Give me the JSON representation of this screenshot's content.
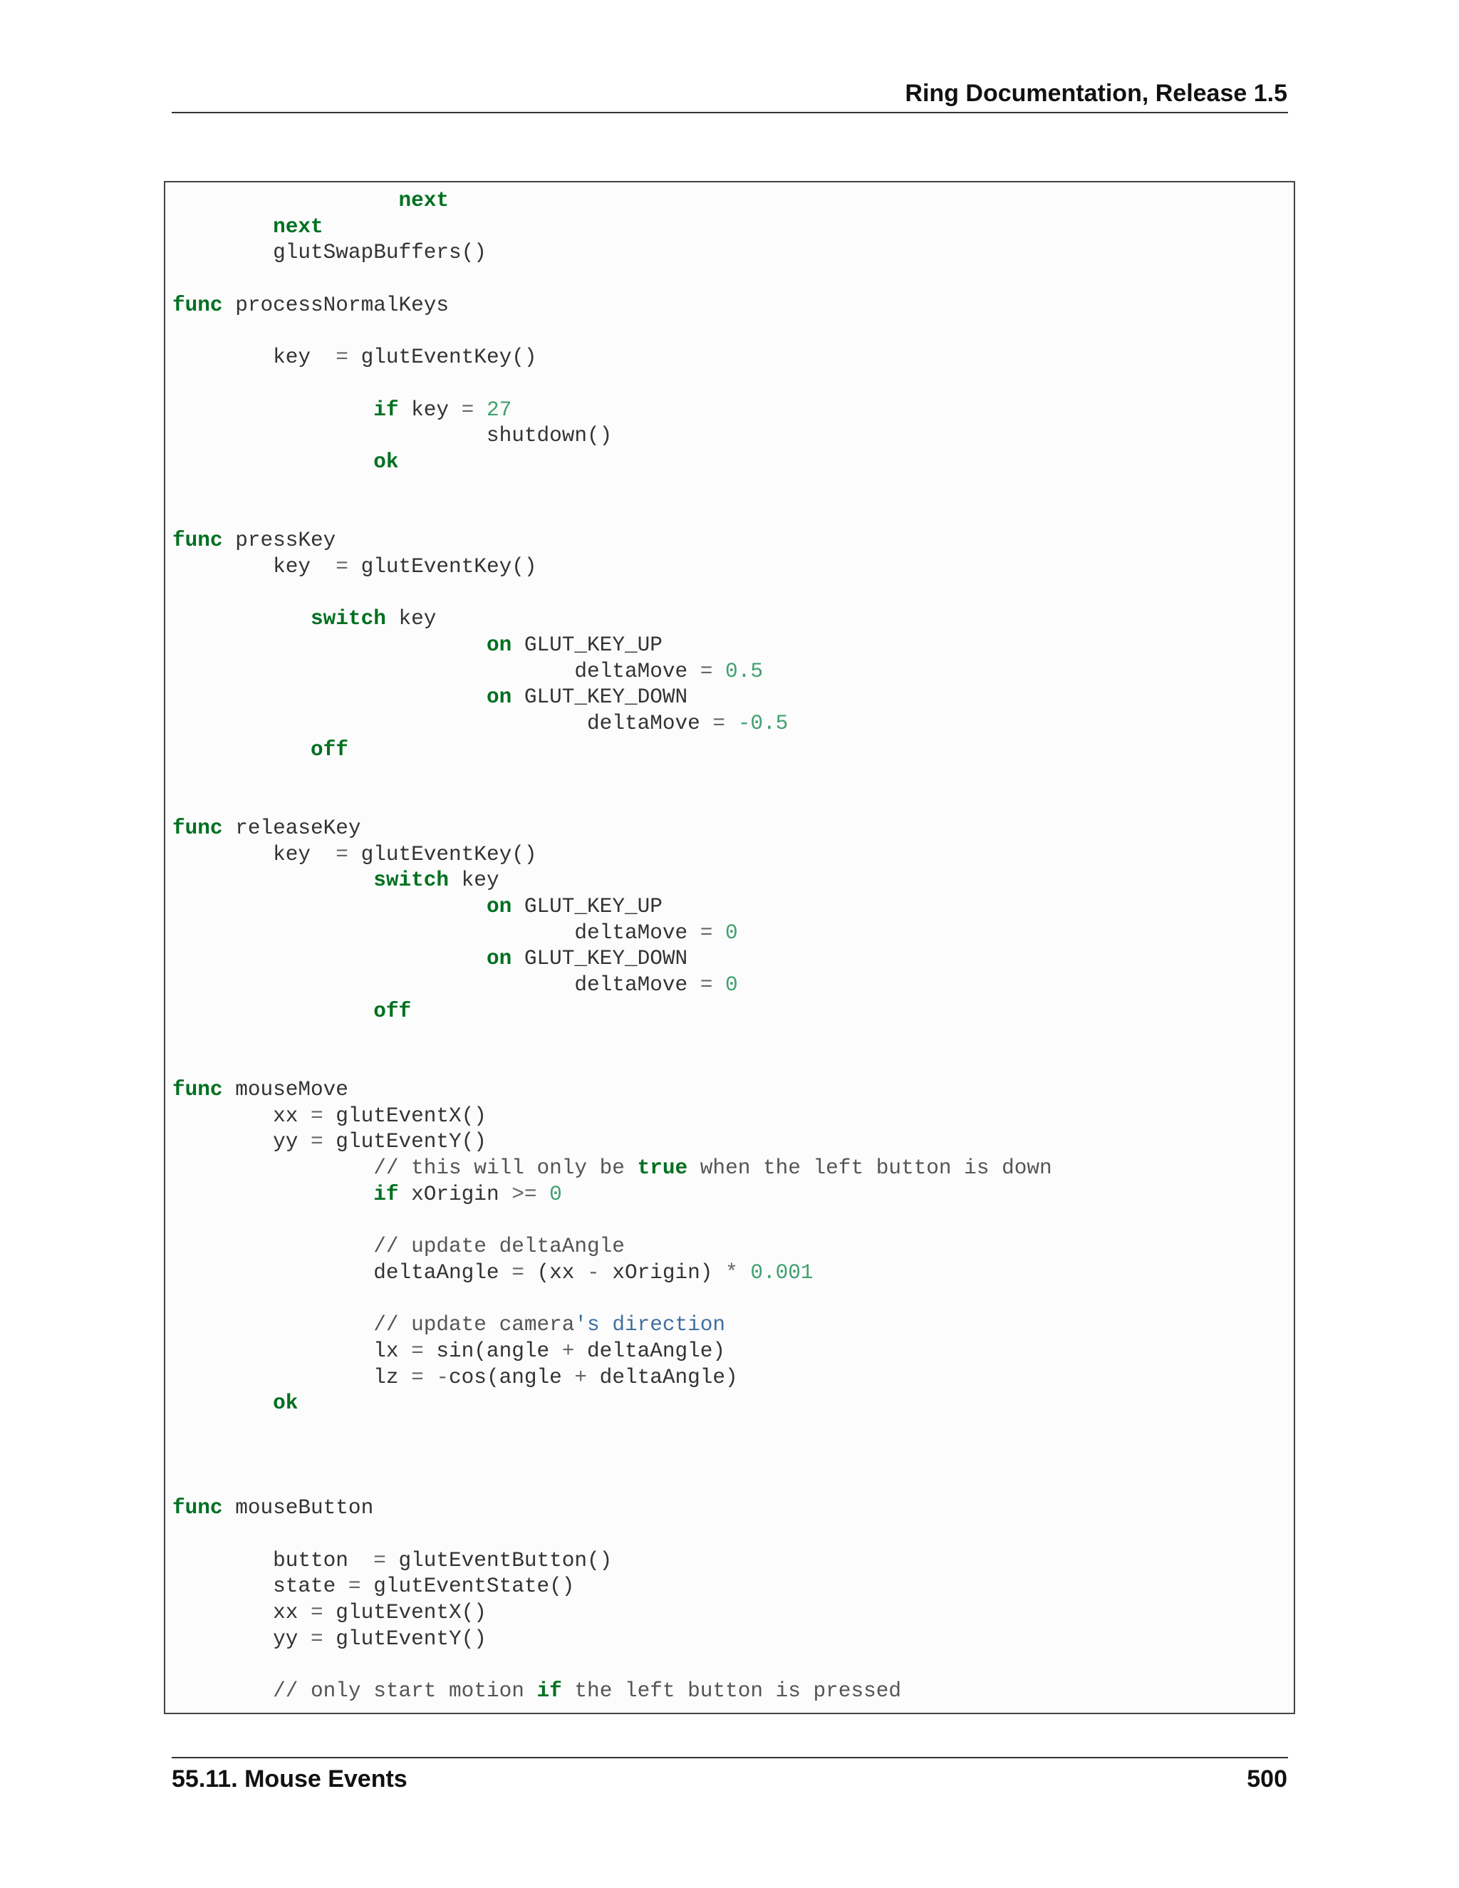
{
  "header": {
    "title": "Ring Documentation, Release 1.5"
  },
  "footer": {
    "section": "55.11.  Mouse Events",
    "page": "500"
  },
  "code_lines": [
    [
      {
        "t": "                  "
      },
      {
        "t": "next",
        "c": "kw"
      }
    ],
    [
      {
        "t": "        "
      },
      {
        "t": "next",
        "c": "kw"
      }
    ],
    [
      {
        "t": "        glutSwapBuffers()"
      }
    ],
    [
      {
        "t": ""
      }
    ],
    [
      {
        "t": "func",
        "c": "kw"
      },
      {
        "t": " processNormalKeys"
      }
    ],
    [
      {
        "t": ""
      }
    ],
    [
      {
        "t": "        key  "
      },
      {
        "t": "=",
        "c": "op"
      },
      {
        "t": " glutEventKey()"
      }
    ],
    [
      {
        "t": ""
      }
    ],
    [
      {
        "t": "                "
      },
      {
        "t": "if",
        "c": "kw"
      },
      {
        "t": " key "
      },
      {
        "t": "=",
        "c": "op"
      },
      {
        "t": " "
      },
      {
        "t": "27",
        "c": "num"
      }
    ],
    [
      {
        "t": "                         shutdown()"
      }
    ],
    [
      {
        "t": "                "
      },
      {
        "t": "ok",
        "c": "kw"
      }
    ],
    [
      {
        "t": ""
      }
    ],
    [
      {
        "t": ""
      }
    ],
    [
      {
        "t": "func",
        "c": "kw"
      },
      {
        "t": " pressKey"
      }
    ],
    [
      {
        "t": "        key  "
      },
      {
        "t": "=",
        "c": "op"
      },
      {
        "t": " glutEventKey()"
      }
    ],
    [
      {
        "t": ""
      }
    ],
    [
      {
        "t": "           "
      },
      {
        "t": "switch",
        "c": "kw"
      },
      {
        "t": " key"
      }
    ],
    [
      {
        "t": "                         "
      },
      {
        "t": "on",
        "c": "kw"
      },
      {
        "t": " GLUT_KEY_UP"
      }
    ],
    [
      {
        "t": "                                deltaMove "
      },
      {
        "t": "=",
        "c": "op"
      },
      {
        "t": " "
      },
      {
        "t": "0.5",
        "c": "num"
      }
    ],
    [
      {
        "t": "                         "
      },
      {
        "t": "on",
        "c": "kw"
      },
      {
        "t": " GLUT_KEY_DOWN"
      }
    ],
    [
      {
        "t": "                                 deltaMove "
      },
      {
        "t": "=",
        "c": "op"
      },
      {
        "t": " "
      },
      {
        "t": "-0.5",
        "c": "num"
      }
    ],
    [
      {
        "t": "           "
      },
      {
        "t": "off",
        "c": "kw"
      }
    ],
    [
      {
        "t": ""
      }
    ],
    [
      {
        "t": ""
      }
    ],
    [
      {
        "t": "func",
        "c": "kw"
      },
      {
        "t": " releaseKey"
      }
    ],
    [
      {
        "t": "        key  "
      },
      {
        "t": "=",
        "c": "op"
      },
      {
        "t": " glutEventKey()"
      }
    ],
    [
      {
        "t": "                "
      },
      {
        "t": "switch",
        "c": "kw"
      },
      {
        "t": " key"
      }
    ],
    [
      {
        "t": "                         "
      },
      {
        "t": "on",
        "c": "kw"
      },
      {
        "t": " GLUT_KEY_UP"
      }
    ],
    [
      {
        "t": "                                deltaMove "
      },
      {
        "t": "=",
        "c": "op"
      },
      {
        "t": " "
      },
      {
        "t": "0",
        "c": "num"
      }
    ],
    [
      {
        "t": "                         "
      },
      {
        "t": "on",
        "c": "kw"
      },
      {
        "t": " GLUT_KEY_DOWN"
      }
    ],
    [
      {
        "t": "                                deltaMove "
      },
      {
        "t": "=",
        "c": "op"
      },
      {
        "t": " "
      },
      {
        "t": "0",
        "c": "num"
      }
    ],
    [
      {
        "t": "                "
      },
      {
        "t": "off",
        "c": "kw"
      }
    ],
    [
      {
        "t": ""
      }
    ],
    [
      {
        "t": ""
      }
    ],
    [
      {
        "t": "func",
        "c": "kw"
      },
      {
        "t": " mouseMove"
      }
    ],
    [
      {
        "t": "        xx "
      },
      {
        "t": "=",
        "c": "op"
      },
      {
        "t": " glutEventX()"
      }
    ],
    [
      {
        "t": "        yy "
      },
      {
        "t": "=",
        "c": "op"
      },
      {
        "t": " glutEventY()"
      }
    ],
    [
      {
        "t": "                "
      },
      {
        "t": "// this will only be ",
        "c": "cm"
      },
      {
        "t": "true",
        "c": "kw"
      },
      {
        "t": " when the left button is down",
        "c": "cm"
      }
    ],
    [
      {
        "t": "                "
      },
      {
        "t": "if",
        "c": "kw"
      },
      {
        "t": " xOrigin "
      },
      {
        "t": ">=",
        "c": "op"
      },
      {
        "t": " "
      },
      {
        "t": "0",
        "c": "num"
      }
    ],
    [
      {
        "t": ""
      }
    ],
    [
      {
        "t": "                "
      },
      {
        "t": "// update deltaAngle",
        "c": "cm"
      }
    ],
    [
      {
        "t": "                deltaAngle "
      },
      {
        "t": "=",
        "c": "op"
      },
      {
        "t": " (xx "
      },
      {
        "t": "-",
        "c": "op"
      },
      {
        "t": " xOrigin) "
      },
      {
        "t": "*",
        "c": "op"
      },
      {
        "t": " "
      },
      {
        "t": "0.001",
        "c": "num"
      }
    ],
    [
      {
        "t": ""
      }
    ],
    [
      {
        "t": "                "
      },
      {
        "t": "// update camera",
        "c": "cm"
      },
      {
        "t": "'s direction",
        "c": "str"
      }
    ],
    [
      {
        "t": "                lx "
      },
      {
        "t": "=",
        "c": "op"
      },
      {
        "t": " sin(angle "
      },
      {
        "t": "+",
        "c": "op"
      },
      {
        "t": " deltaAngle)"
      }
    ],
    [
      {
        "t": "                lz "
      },
      {
        "t": "=",
        "c": "op"
      },
      {
        "t": " "
      },
      {
        "t": "-",
        "c": "op"
      },
      {
        "t": "cos(angle "
      },
      {
        "t": "+",
        "c": "op"
      },
      {
        "t": " deltaAngle)"
      }
    ],
    [
      {
        "t": "        "
      },
      {
        "t": "ok",
        "c": "kw"
      }
    ],
    [
      {
        "t": ""
      }
    ],
    [
      {
        "t": ""
      }
    ],
    [
      {
        "t": ""
      }
    ],
    [
      {
        "t": "func",
        "c": "kw"
      },
      {
        "t": " mouseButton"
      }
    ],
    [
      {
        "t": ""
      }
    ],
    [
      {
        "t": "        button  "
      },
      {
        "t": "=",
        "c": "op"
      },
      {
        "t": " glutEventButton()"
      }
    ],
    [
      {
        "t": "        state "
      },
      {
        "t": "=",
        "c": "op"
      },
      {
        "t": " glutEventState()"
      }
    ],
    [
      {
        "t": "        xx "
      },
      {
        "t": "=",
        "c": "op"
      },
      {
        "t": " glutEventX()"
      }
    ],
    [
      {
        "t": "        yy "
      },
      {
        "t": "=",
        "c": "op"
      },
      {
        "t": " glutEventY()"
      }
    ],
    [
      {
        "t": ""
      }
    ],
    [
      {
        "t": "        "
      },
      {
        "t": "// only start motion ",
        "c": "cm"
      },
      {
        "t": "if",
        "c": "kw"
      },
      {
        "t": " the left button is pressed",
        "c": "cm"
      }
    ]
  ]
}
